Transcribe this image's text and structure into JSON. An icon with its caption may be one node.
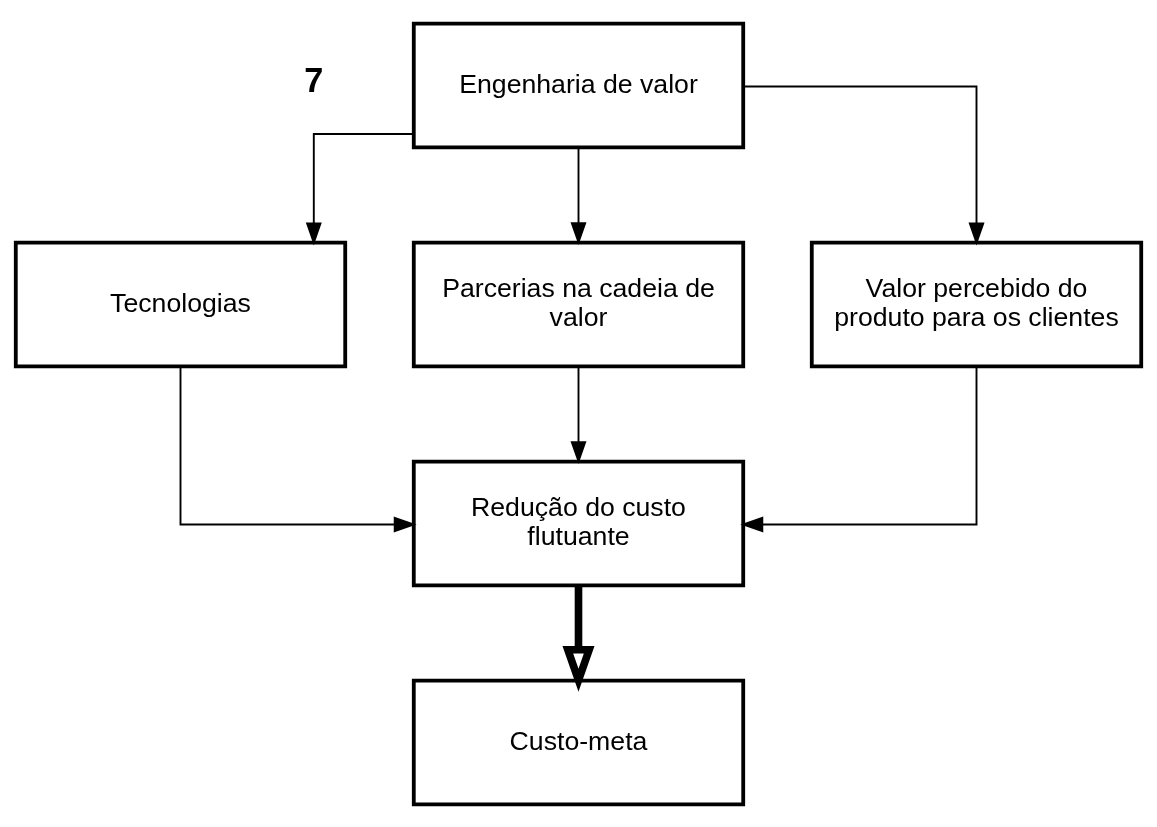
{
  "diagram": {
    "nodes": [
      {
        "text": [
          "Engenharia de valor"
        ]
      },
      {
        "text": [
          "Tecnologias"
        ]
      },
      {
        "text": [
          "Parcerias na cadeia de valor"
        ]
      },
      {
        "text": [
          "Valor percebido do produto para os clientes"
        ]
      },
      {
        "text": [
          "Redução do custo flutuante"
        ]
      },
      {
        "text": [
          "Custo-meta"
        ]
      }
    ],
    "edges": [
      {
        "from": 0,
        "to": 1,
        "arrow": "to"
      },
      {
        "from": 0,
        "to": 2,
        "arrow": "to"
      },
      {
        "from": 0,
        "to": 3,
        "arrow": "to"
      },
      {
        "from": 1,
        "to": 4,
        "arrow": "to"
      },
      {
        "from": 2,
        "to": 4,
        "arrow": "to"
      },
      {
        "from": 3,
        "to": 4,
        "arrow": "to"
      },
      {
        "from": 4,
        "to": 5,
        "arrow": "to",
        "style": "thick"
      }
    ],
    "labels": [
      "7"
    ]
  }
}
